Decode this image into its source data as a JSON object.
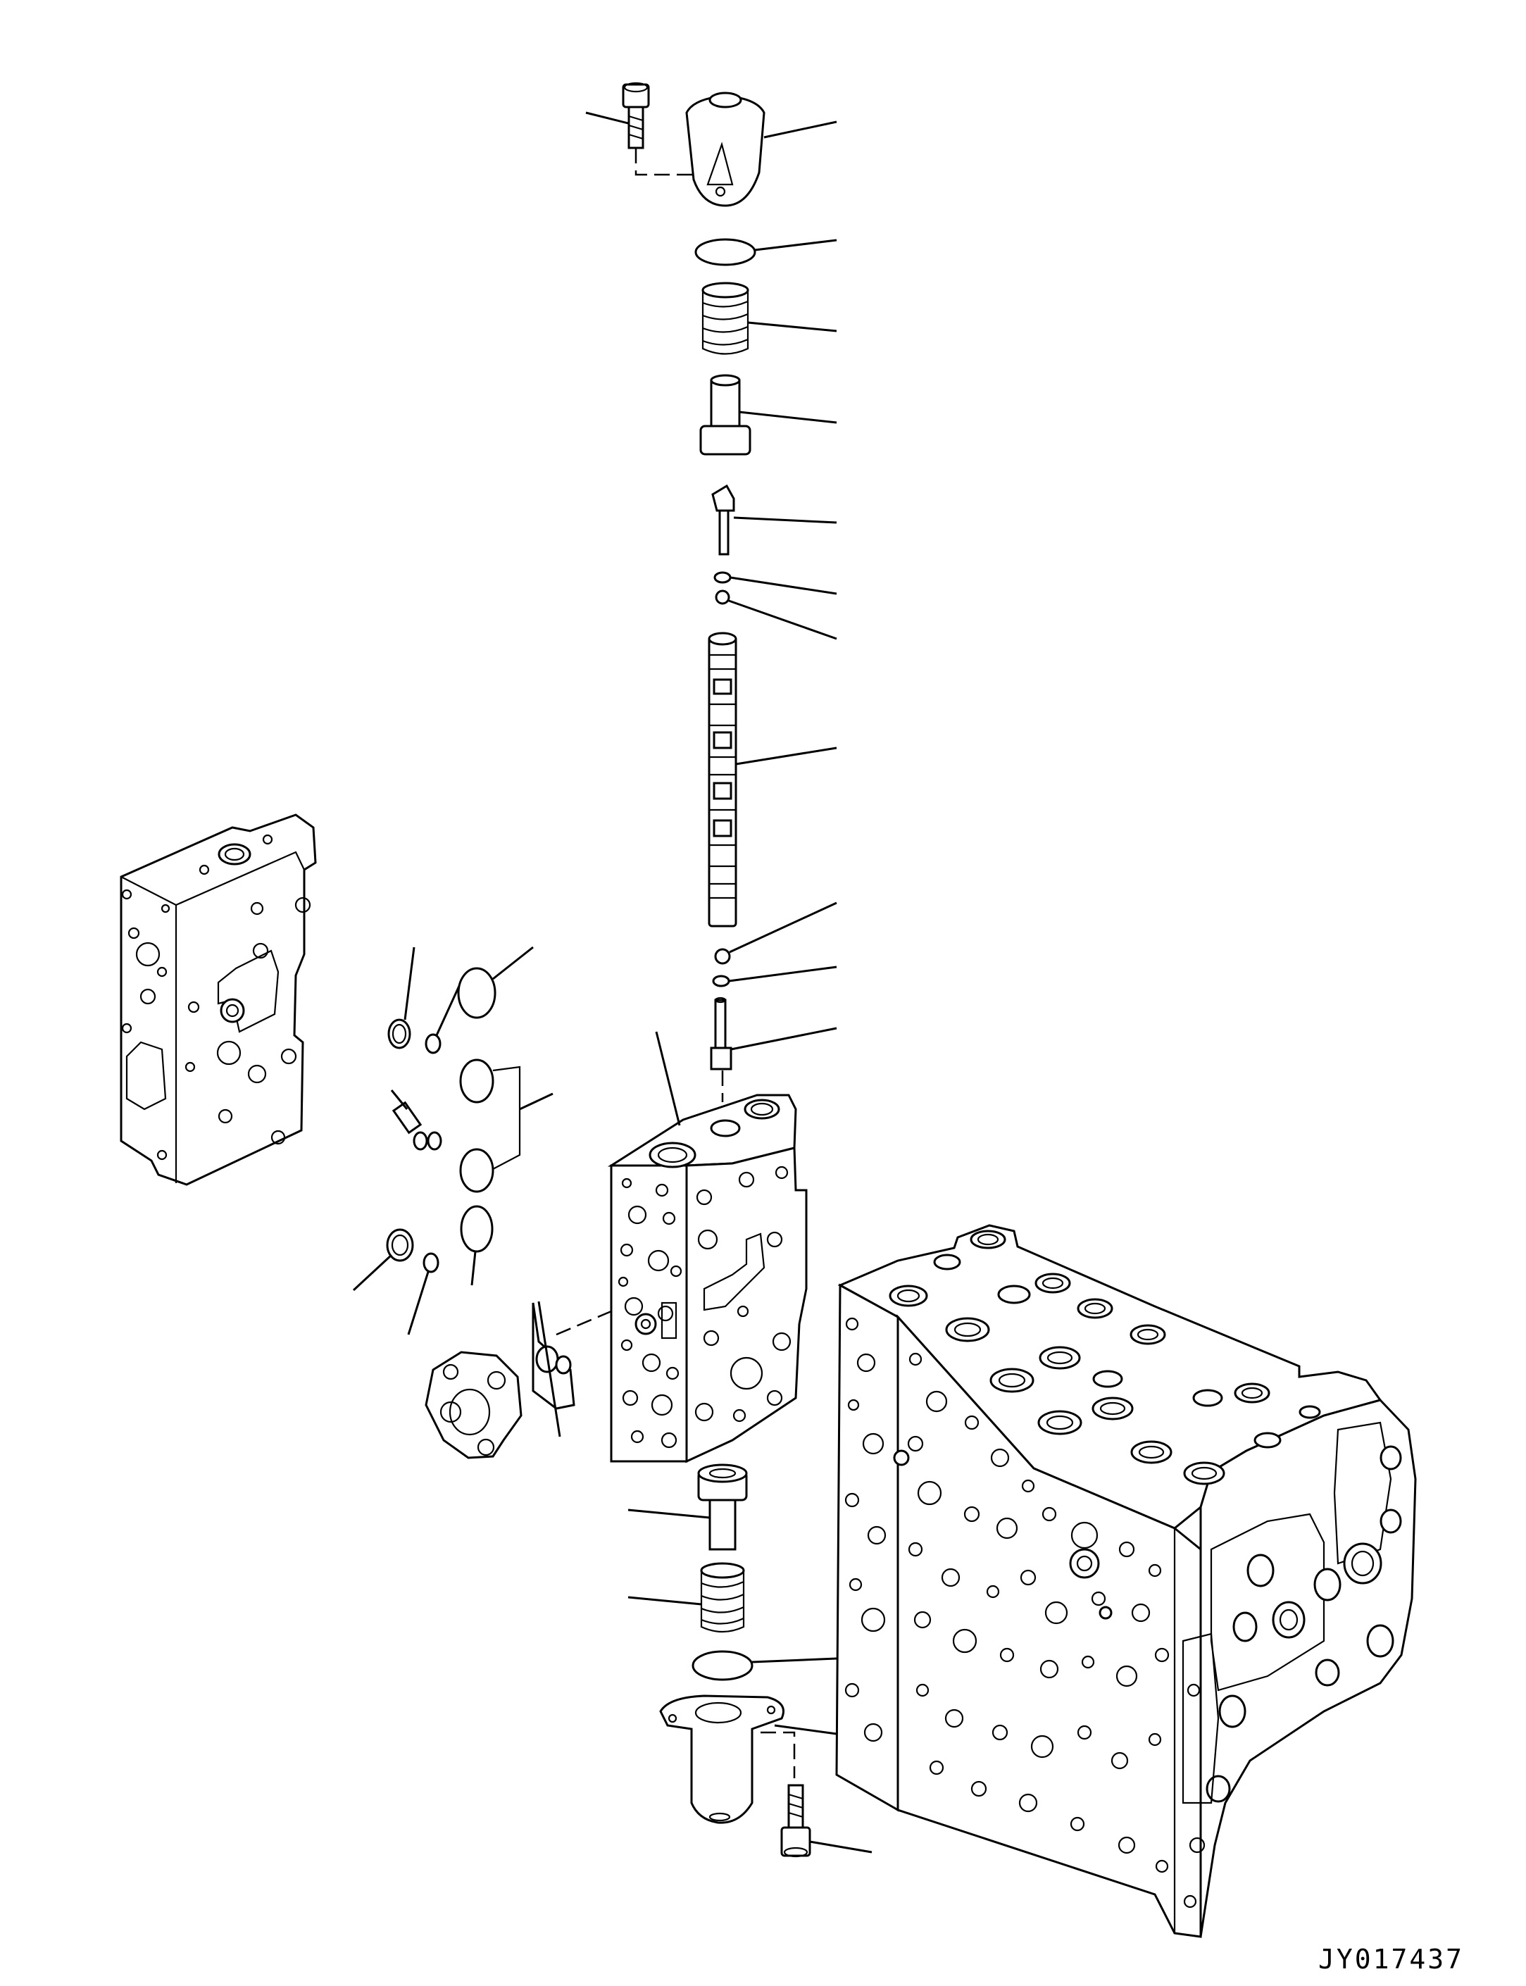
{
  "drawing": {
    "code": "JY017437",
    "parts": [
      {
        "id": "cap-bolt-top",
        "kind": "bolt"
      },
      {
        "id": "upper-cap",
        "kind": "cap"
      },
      {
        "id": "upper-o-ring",
        "kind": "o-ring"
      },
      {
        "id": "upper-spring",
        "kind": "spring"
      },
      {
        "id": "upper-retainer",
        "kind": "retainer"
      },
      {
        "id": "stopper-pin",
        "kind": "pin"
      },
      {
        "id": "small-ring-1",
        "kind": "o-ring"
      },
      {
        "id": "small-ring-2",
        "kind": "o-ring"
      },
      {
        "id": "spool",
        "kind": "spool"
      },
      {
        "id": "small-ring-3",
        "kind": "o-ring"
      },
      {
        "id": "small-ring-4",
        "kind": "o-ring"
      },
      {
        "id": "piston",
        "kind": "piston"
      },
      {
        "id": "valve-section-body",
        "kind": "housing"
      },
      {
        "id": "lower-retainer",
        "kind": "retainer"
      },
      {
        "id": "lower-spring",
        "kind": "spring"
      },
      {
        "id": "lower-o-ring",
        "kind": "o-ring"
      },
      {
        "id": "lower-cap",
        "kind": "cap"
      },
      {
        "id": "cap-bolt-bottom",
        "kind": "bolt"
      },
      {
        "id": "side-valve-block",
        "kind": "block"
      },
      {
        "id": "main-valve-assembly",
        "kind": "assembly"
      },
      {
        "id": "side-cover",
        "kind": "cover"
      }
    ]
  }
}
